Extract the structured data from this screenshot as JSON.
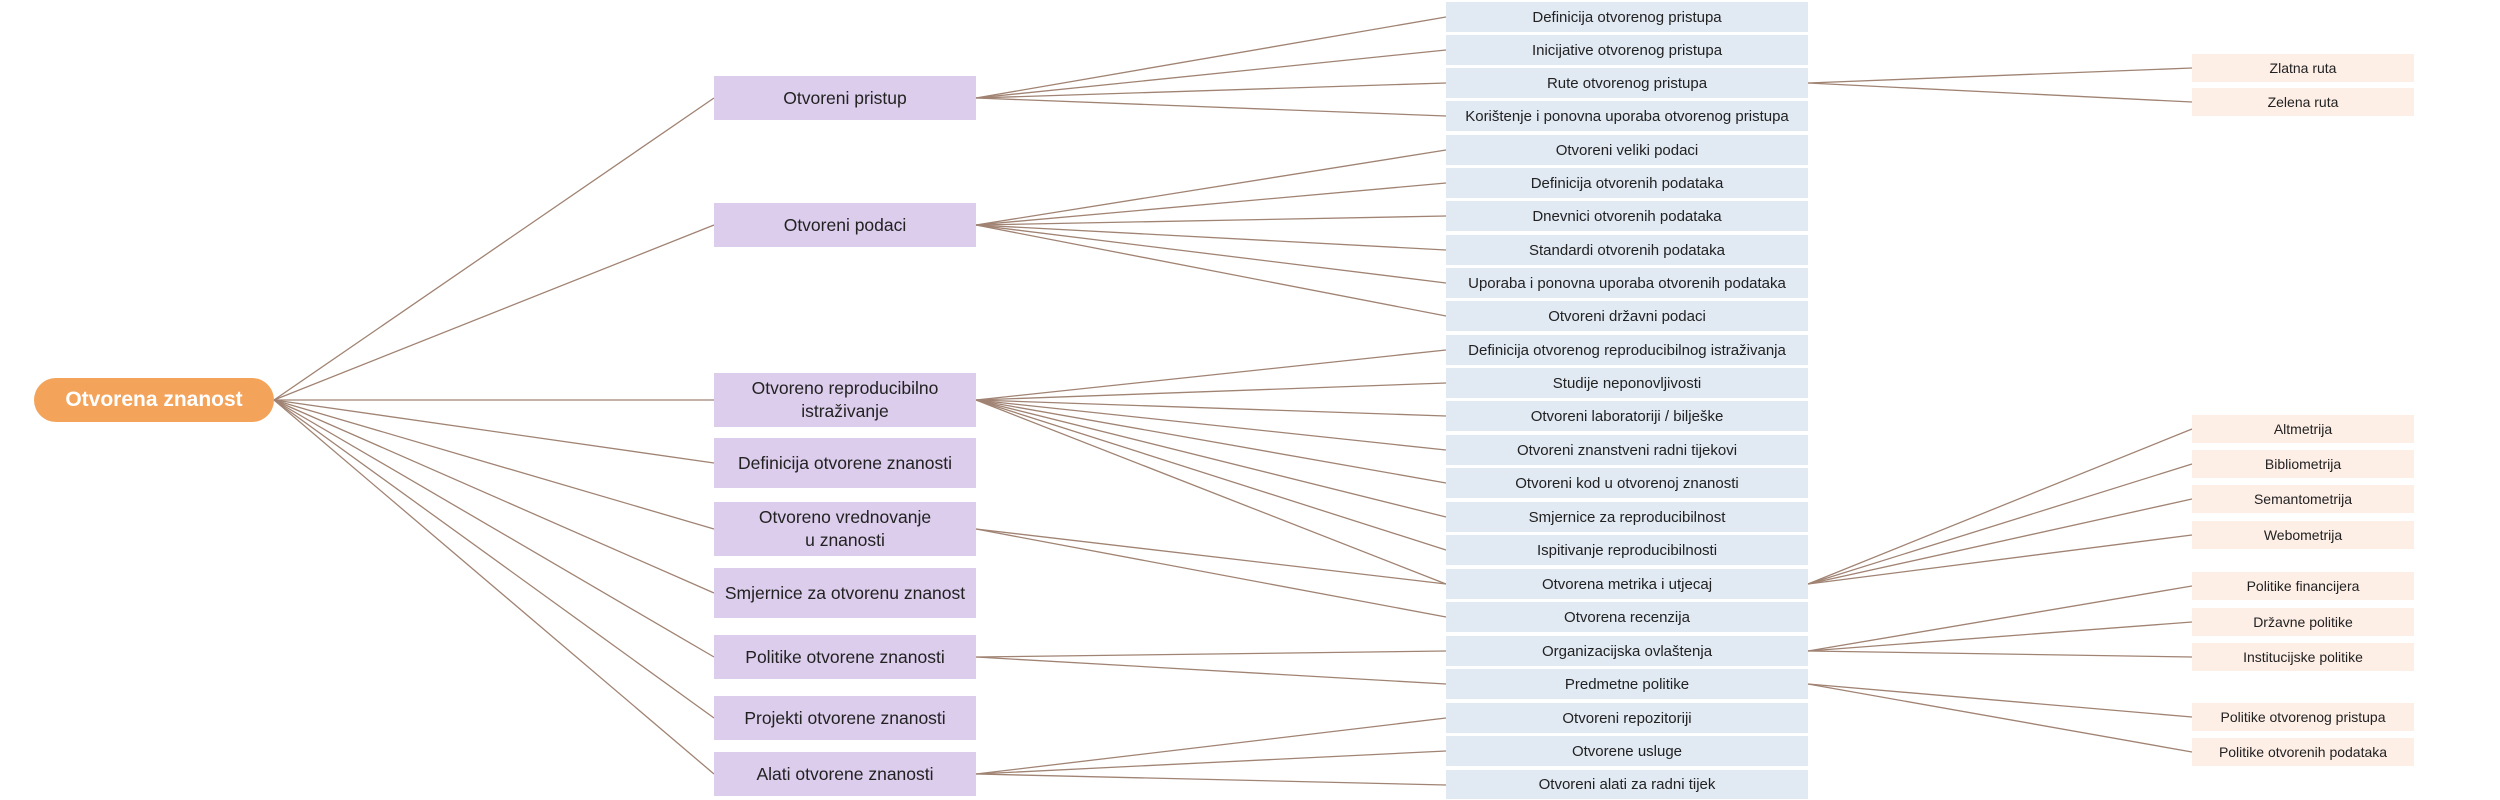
{
  "mindmap": {
    "root": "Otvorena znanost",
    "level1": [
      "Otvoreni pristup",
      "Otvoreni podaci",
      "Otvoreno reproducibilno\nistraživanje",
      "Definicija otvorene znanosti",
      "Otvoreno vrednovanje\nu znanosti",
      "Smjernice za otvorenu znanost",
      "Politike otvorene znanosti",
      "Projekti otvorene znanosti",
      "Alati otvorene znanosti"
    ],
    "level2": [
      "Definicija otvorenog pristupa",
      "Inicijative otvorenog pristupa",
      "Rute otvorenog pristupa",
      "Korištenje i ponovna uporaba otvorenog pristupa",
      "Otvoreni veliki podaci",
      "Definicija otvorenih podataka",
      "Dnevnici otvorenih podataka",
      "Standardi otvorenih podataka",
      "Uporaba i ponovna uporaba otvorenih podataka",
      "Otvoreni državni podaci",
      "Definicija otvorenog reproducibilnog istraživanja",
      "Studije neponovljivosti",
      "Otvoreni laboratoriji / bilješke",
      "Otvoreni znanstveni radni tijekovi",
      "Otvoreni kod u otvorenoj znanosti",
      "Smjernice za reproducibilnost",
      "Ispitivanje reproducibilnosti",
      "Otvorena metrika i utjecaj",
      "Otvorena recenzija",
      "Organizacijska ovlaštenja",
      "Predmetne politike",
      "Otvoreni repozitoriji",
      "Otvorene usluge",
      "Otvoreni alati za radni tijek"
    ],
    "level3": [
      "Zlatna ruta",
      "Zelena ruta",
      "Altmetrija",
      "Bibliometrija",
      "Semantometrija",
      "Webometrija",
      "Politike financijera",
      "Državne politike",
      "Institucijske politike",
      "Politike otvorenog pristupa",
      "Politike otvorenih podataka"
    ]
  },
  "colors": {
    "root": "#f3a35a",
    "level1": "#dccdec",
    "level2": "#e1e9f3",
    "level3": "#fdeee6",
    "connector": "#a08373"
  }
}
